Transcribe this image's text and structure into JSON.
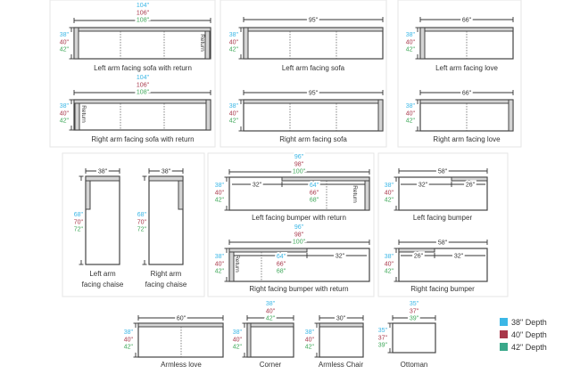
{
  "colors": {
    "depth38": "#3bb7e6",
    "depth40": "#a8374a",
    "depth42": "#3aa88a"
  },
  "return_label": "Return",
  "pieces": [
    {
      "label": "Left arm facing sofa with return",
      "width": [
        "104\"",
        "106\"",
        "108\""
      ],
      "depth": [
        "38\"",
        "40\"",
        "42\""
      ]
    },
    {
      "label": "Right arm facing sofa with return",
      "width": [
        "104\"",
        "106\"",
        "108\""
      ],
      "depth": [
        "38\"",
        "40\"",
        "42\""
      ]
    },
    {
      "label": "Left arm facing sofa",
      "width": "95\"",
      "depth": [
        "38\"",
        "40\"",
        "42\""
      ]
    },
    {
      "label": "Right arm facing sofa",
      "width": "95\"",
      "depth": [
        "38\"",
        "40\"",
        "42\""
      ]
    },
    {
      "label": "Left arm facing love",
      "width": "66\"",
      "depth": [
        "38\"",
        "40\"",
        "42\""
      ]
    },
    {
      "label": "Right arm facing love",
      "width": "66\"",
      "depth": [
        "38\"",
        "40\"",
        "42\""
      ]
    },
    {
      "label_line1": "Left arm",
      "label_line2": "facing chaise",
      "width": "38\"",
      "depth": [
        "68\"",
        "70\"",
        "72\""
      ]
    },
    {
      "label_line1": "Right arm",
      "label_line2": "facing chaise",
      "width": "38\"",
      "depth": [
        "68\"",
        "70\"",
        "72\""
      ]
    },
    {
      "label": "Left facing bumper with return",
      "width": [
        "96\"",
        "98\"",
        "100\""
      ],
      "depth": [
        "38\"",
        "40\"",
        "42\""
      ],
      "segment": "32\"",
      "return_segment": [
        "64\"",
        "66\"",
        "68\""
      ]
    },
    {
      "label": "Right facing bumper with return",
      "width": [
        "96\"",
        "98\"",
        "100\""
      ],
      "depth": [
        "38\"",
        "40\"",
        "42\""
      ],
      "segment": "32\"",
      "return_segment": [
        "64\"",
        "66\"",
        "68\""
      ]
    },
    {
      "label": "Left facing bumper",
      "width": "58\"",
      "depth": [
        "38\"",
        "40\"",
        "42\""
      ],
      "segment_a": "32\"",
      "segment_b": "26\""
    },
    {
      "label": "Right facing bumper",
      "width": "58\"",
      "depth": [
        "38\"",
        "40\"",
        "42\""
      ],
      "segment_a": "26\"",
      "segment_b": "32\""
    },
    {
      "label": "Armless love",
      "width": "60\"",
      "depth": [
        "38\"",
        "40\"",
        "42\""
      ]
    },
    {
      "label": "Corner",
      "width": [
        "38\"",
        "40\"",
        "42\""
      ],
      "depth": [
        "38\"",
        "40\"",
        "42\""
      ]
    },
    {
      "label": "Armless Chair",
      "width": "30\"",
      "depth": [
        "38\"",
        "40\"",
        "42\""
      ]
    },
    {
      "label": "Ottoman",
      "width": [
        "35\"",
        "37\"",
        "39\""
      ],
      "depth": [
        "35\"",
        "37\"",
        "39\""
      ]
    }
  ],
  "legend": [
    {
      "label": "38\" Depth",
      "color": "#3bb7e6"
    },
    {
      "label": "40\" Depth",
      "color": "#a8374a"
    },
    {
      "label": "42\" Depth",
      "color": "#3aa88a"
    }
  ]
}
